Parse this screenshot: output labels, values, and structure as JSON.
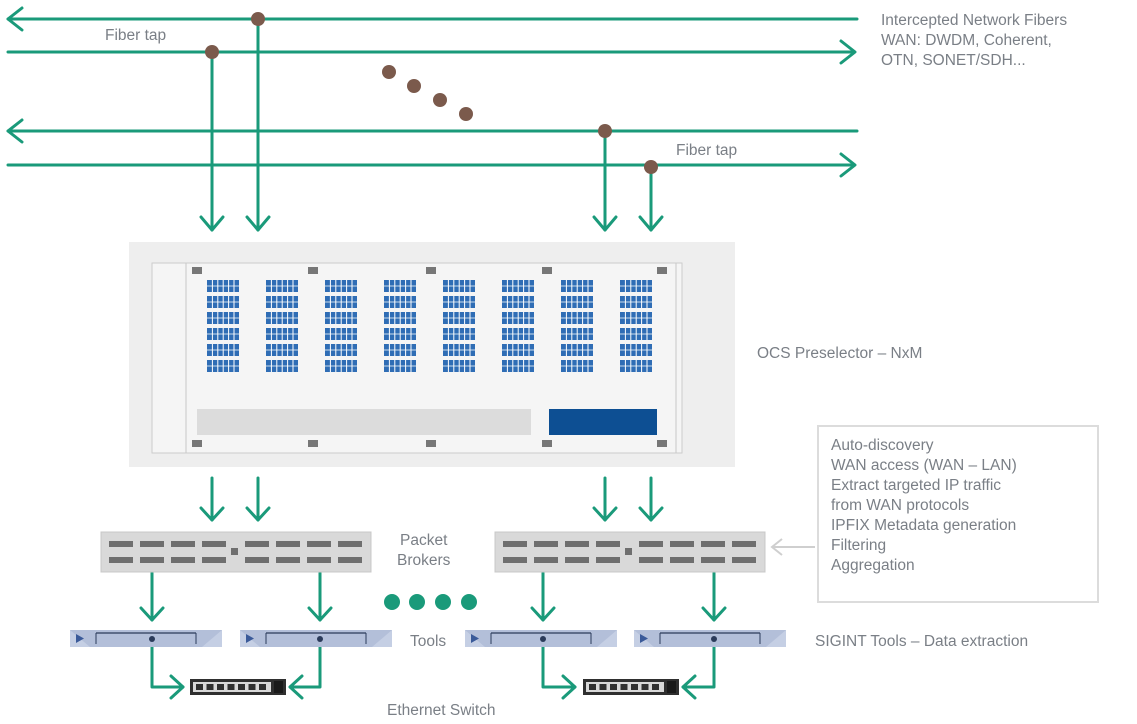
{
  "labels": {
    "intercepted": [
      "Intercepted Network Fibers",
      "WAN: DWDM, Coherent,",
      "OTN, SONET/SDH..."
    ],
    "fiber_tap_1": "Fiber tap",
    "fiber_tap_2": "Fiber tap",
    "ocs": "OCS Preselector – NxM",
    "packet_brokers": [
      "Packet",
      "Brokers"
    ],
    "tools": "Tools",
    "sigint": "SIGINT Tools – Data extraction",
    "ethernet_switch": "Ethernet Switch"
  },
  "broker_features": [
    "Auto-discovery",
    "WAN access (WAN – LAN)",
    "Extract targeted IP traffic",
    "from WAN protocols",
    "IPFIX Metadata generation",
    "Filtering",
    "Aggregation"
  ],
  "colors": {
    "fiber": "#1a9a7a",
    "tap_dot": "#7b5a4c",
    "rack": "#eeeeee",
    "port": "#2f6db5",
    "panel_accent": "#0d4f93",
    "device": "#d9d9d9",
    "tool": "#c5cfe4"
  }
}
